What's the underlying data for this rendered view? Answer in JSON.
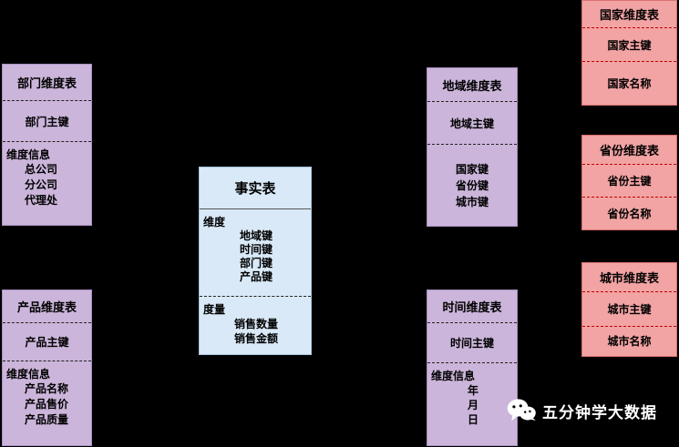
{
  "fact_table": {
    "title": "事实表",
    "dimension_section_label": "维度",
    "dimension_keys": [
      "地域键",
      "时间键",
      "部门键",
      "产品键"
    ],
    "measure_section_label": "度量",
    "measures": [
      "销售数量",
      "销售金额"
    ]
  },
  "dimension_tables": {
    "department": {
      "title": "部门维度表",
      "primary_key": "部门主键",
      "info_label": "维度信息",
      "attributes": [
        "总公司",
        "分公司",
        "代理处"
      ]
    },
    "product": {
      "title": "产品维度表",
      "primary_key": "产品主键",
      "info_label": "维度信息",
      "attributes": [
        "产品名称",
        "产品售价",
        "产品质量"
      ]
    },
    "region": {
      "title": "地域维度表",
      "primary_key": "地域主键",
      "attributes": [
        "国家键",
        "省份键",
        "城市键"
      ]
    },
    "time": {
      "title": "时间维度表",
      "primary_key": "时间主键",
      "info_label": "维度信息",
      "attributes": [
        "年",
        "月",
        "日"
      ]
    },
    "country": {
      "title": "国家维度表",
      "primary_key": "国家主键",
      "attributes": [
        "国家名称"
      ]
    },
    "province": {
      "title": "省份维度表",
      "primary_key": "省份主键",
      "attributes": [
        "省份名称"
      ]
    },
    "city": {
      "title": "城市维度表",
      "primary_key": "城市主键",
      "attributes": [
        "城市名称"
      ]
    }
  },
  "watermark": {
    "icon": "wechat-icon",
    "text": "五分钟学大数据"
  },
  "colors": {
    "background": "#000000",
    "purple_box": "#cbb5da",
    "blue_box": "#d9e9f7",
    "pink_box": "#f2a3a3",
    "pink_separator": "#c00000",
    "text": "#000000",
    "watermark_text": "#ffffff"
  }
}
